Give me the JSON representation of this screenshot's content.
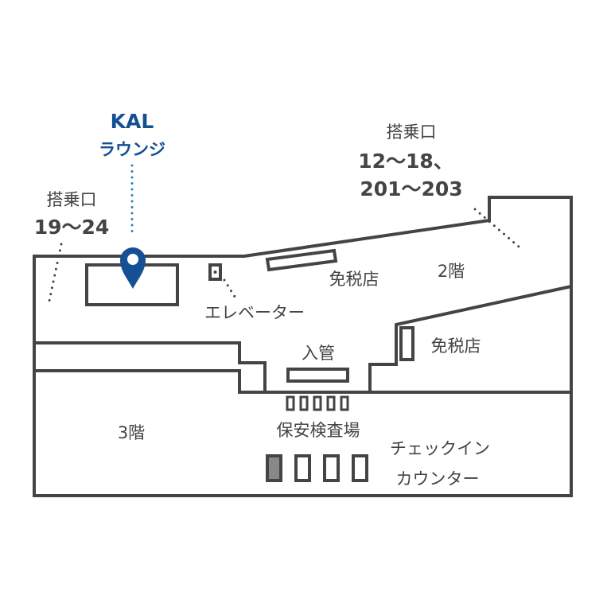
{
  "lounge": {
    "name": "KAL",
    "sub": "ラウンジ",
    "color": "#154f94"
  },
  "gates_left": {
    "label": "搭乗口",
    "range": "19～24"
  },
  "gates_right": {
    "label": "搭乗口",
    "range1": "12～18、",
    "range2": "201～203"
  },
  "labels": {
    "duty_free_1": "免税店",
    "floor_2": "2階",
    "elevator": "エレベーター",
    "immigration": "入管",
    "duty_free_2": "免税店",
    "floor_3": "3階",
    "security": "保安検査場",
    "checkin_1": "チェックイン",
    "checkin_2": "カウンター"
  },
  "colors": {
    "wall": "#444444",
    "counter_highlight": "#888888"
  }
}
